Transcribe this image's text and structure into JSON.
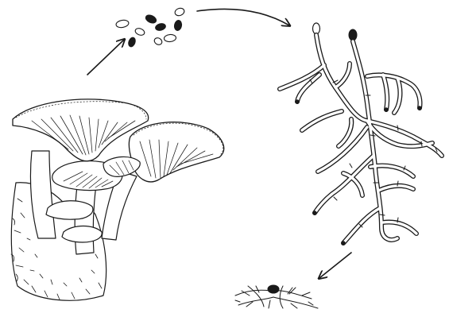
{
  "figure": {
    "stages": [
      {
        "id": "mushroom",
        "icon": "oyster-mushroom-cluster-icon"
      },
      {
        "id": "spores",
        "icon": "spore-cluster-icon"
      },
      {
        "id": "mycelium",
        "icon": "branching-hyphae-icon"
      },
      {
        "id": "primordium",
        "icon": "primordium-icon"
      }
    ],
    "arrows": [
      {
        "from": "mushroom",
        "to": "spores"
      },
      {
        "from": "spores",
        "to": "mycelium"
      },
      {
        "from": "mycelium",
        "to": "primordium"
      }
    ],
    "colors": {
      "ink": "#1a1a1a",
      "paper": "#ffffff"
    }
  }
}
